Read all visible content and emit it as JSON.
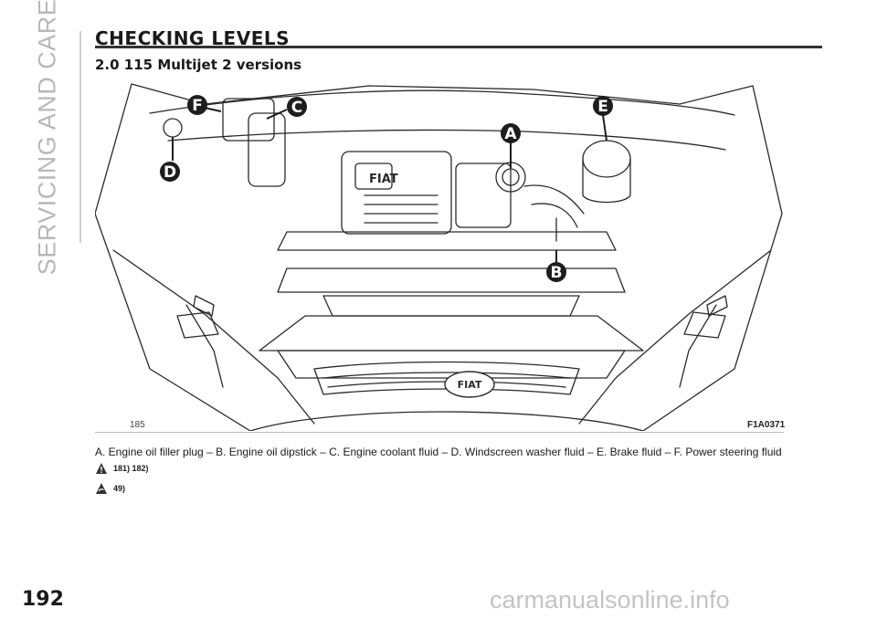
{
  "sidebar": {
    "section_label": "SERVICING AND CARE"
  },
  "header": {
    "title": "CHECKING LEVELS",
    "subtitle": "2.0 115 Multijet 2 versions"
  },
  "figure": {
    "number": "185",
    "code": "F1A0371",
    "callouts": [
      "A",
      "B",
      "C",
      "D",
      "E",
      "F"
    ],
    "grille_badge": "FIAT",
    "engine_badge": "FIAT"
  },
  "caption": "A. Engine oil filler plug – B. Engine oil dipstick – C. Engine coolant fluid – D. Windscreen washer fluid – E. Brake fluid – F. Power steering fluid",
  "warnings": [
    {
      "icon": "warning-triangle-icon",
      "refs": "181) 182)"
    },
    {
      "icon": "environment-hand-icon",
      "refs": "49)"
    }
  ],
  "footer": {
    "page_number": "192",
    "watermark": "carmanualsonline.info"
  }
}
